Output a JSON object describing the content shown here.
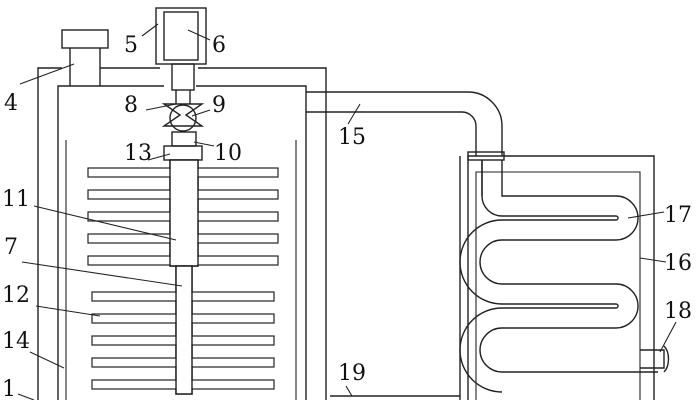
{
  "labels": {
    "l1": "1",
    "l4": "4",
    "l5": "5",
    "l6": "6",
    "l7": "7",
    "l8": "8",
    "l9": "9",
    "l10": "10",
    "l11": "11",
    "l12": "12",
    "l13": "13",
    "l14": "14",
    "l15": "15",
    "l16": "16",
    "l17": "17",
    "l18": "18",
    "l19": "19"
  }
}
